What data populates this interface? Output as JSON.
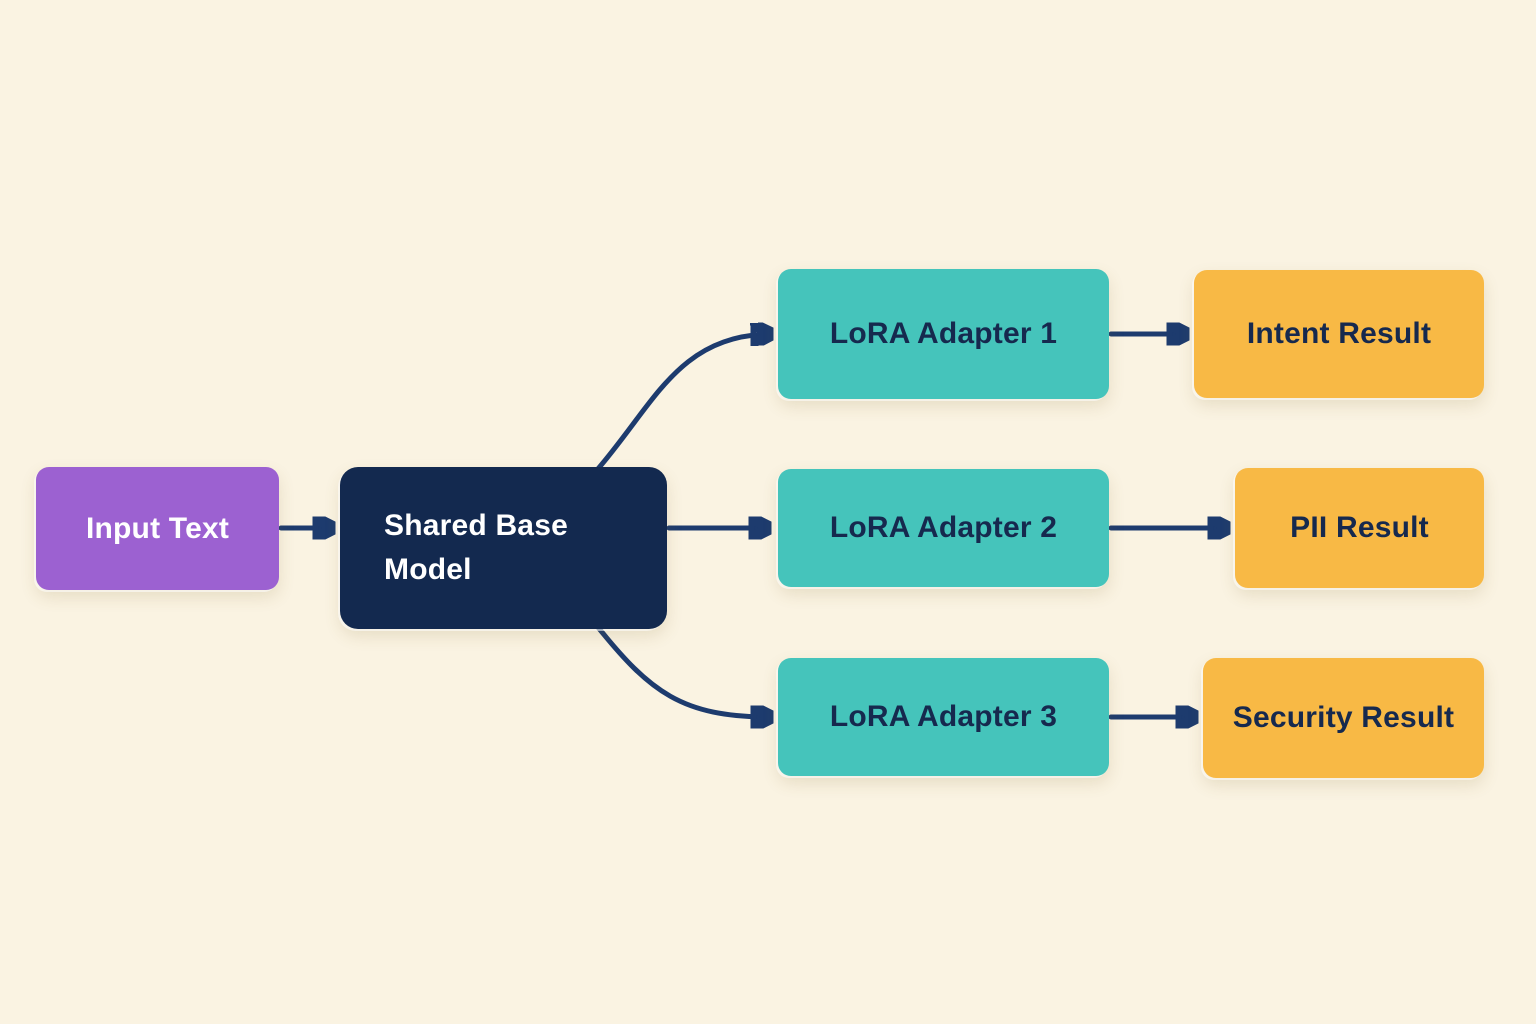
{
  "diagram": {
    "nodes": {
      "input_text": {
        "label": "Input Text",
        "color": "#9c61d1",
        "text_color": "#ffffff"
      },
      "shared_base_model": {
        "label": "Shared Base Model",
        "color": "#13294f",
        "text_color": "#ffffff"
      },
      "lora_adapter_1": {
        "label": "LoRA Adapter 1",
        "color": "#45c4bb",
        "text_color": "#16294e"
      },
      "lora_adapter_2": {
        "label": "LoRA Adapter 2",
        "color": "#45c4bb",
        "text_color": "#16294e"
      },
      "lora_adapter_3": {
        "label": "LoRA Adapter 3",
        "color": "#45c4bb",
        "text_color": "#16294e"
      },
      "intent_result": {
        "label": "Intent Result",
        "color": "#f8b945",
        "text_color": "#16294e"
      },
      "pii_result": {
        "label": "PII Result",
        "color": "#f8b945",
        "text_color": "#16294e"
      },
      "security_result": {
        "label": "Security Result",
        "color": "#f8b945",
        "text_color": "#16294e"
      }
    },
    "edges": [
      {
        "from": "input_text",
        "to": "shared_base_model"
      },
      {
        "from": "shared_base_model",
        "to": "lora_adapter_1"
      },
      {
        "from": "shared_base_model",
        "to": "lora_adapter_2"
      },
      {
        "from": "shared_base_model",
        "to": "lora_adapter_3"
      },
      {
        "from": "lora_adapter_1",
        "to": "intent_result"
      },
      {
        "from": "lora_adapter_2",
        "to": "pii_result"
      },
      {
        "from": "lora_adapter_3",
        "to": "security_result"
      }
    ],
    "colors": {
      "background": "#faf3e2",
      "purple": "#9c61d1",
      "navy": "#13294f",
      "teal": "#45c4bb",
      "yellow": "#f8b945",
      "arrow": "#1d3b6e",
      "text_light": "#ffffff",
      "text_dark": "#16294e"
    }
  }
}
